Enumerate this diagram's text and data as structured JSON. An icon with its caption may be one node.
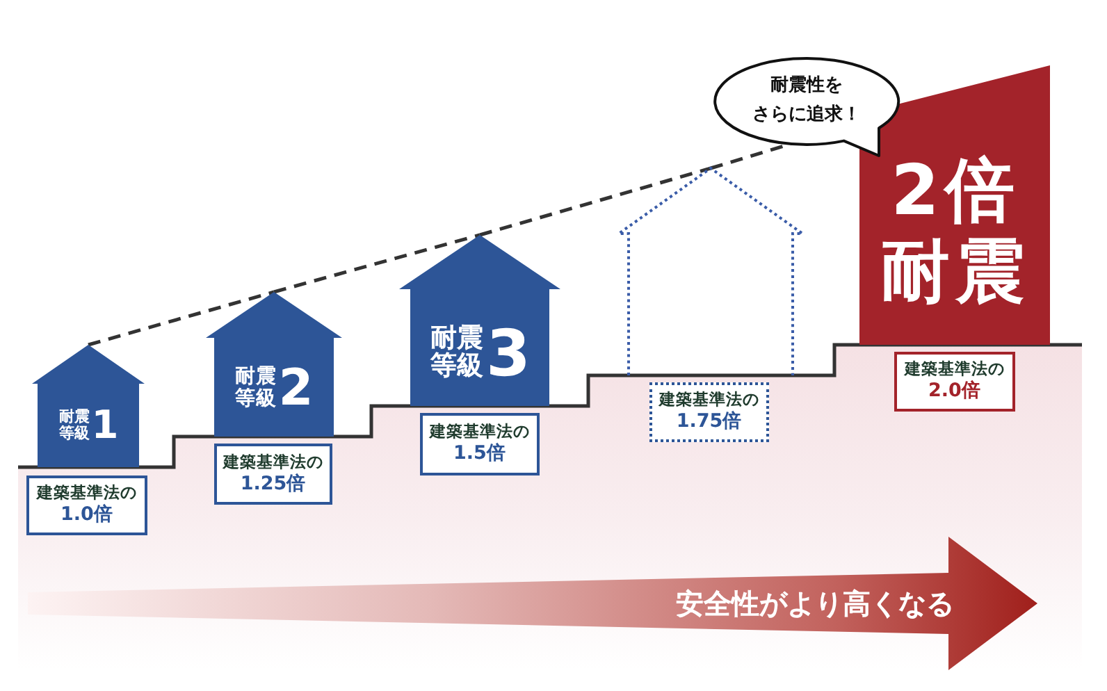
{
  "diagram": {
    "nodes": [
      {
        "text": [
          "耐震等級",
          "1"
        ]
      },
      {
        "text": [
          "建築基準法の",
          "1.0倍"
        ]
      },
      {
        "text": [
          "耐震等級",
          "2"
        ]
      },
      {
        "text": [
          "建築基準法の",
          "1.25倍"
        ]
      },
      {
        "text": [
          "耐震等級",
          "3"
        ]
      },
      {
        "text": [
          "建築基準法の",
          "1.5倍"
        ]
      },
      {
        "text": [],
        "shape": "house"
      },
      {
        "text": [
          "建築基準法の",
          "1.75倍"
        ]
      },
      {
        "text": [
          "耐震性をさらに追求！"
        ]
      },
      {
        "text": [
          "2倍耐震"
        ]
      },
      {
        "text": [
          "建築基準法の",
          "2.0倍"
        ]
      },
      {
        "text": [
          "安全性がより高くなる"
        ]
      }
    ],
    "edges": [
      {
        "from": 0,
        "to": 2,
        "arrow": "none",
        "style": "dashed"
      },
      {
        "from": 2,
        "to": 4,
        "arrow": "none",
        "style": "dashed"
      },
      {
        "from": 4,
        "to": 6,
        "arrow": "none",
        "style": "dashed"
      },
      {
        "from": 6,
        "to": 8,
        "arrow": "none",
        "style": "dashed"
      }
    ]
  }
}
